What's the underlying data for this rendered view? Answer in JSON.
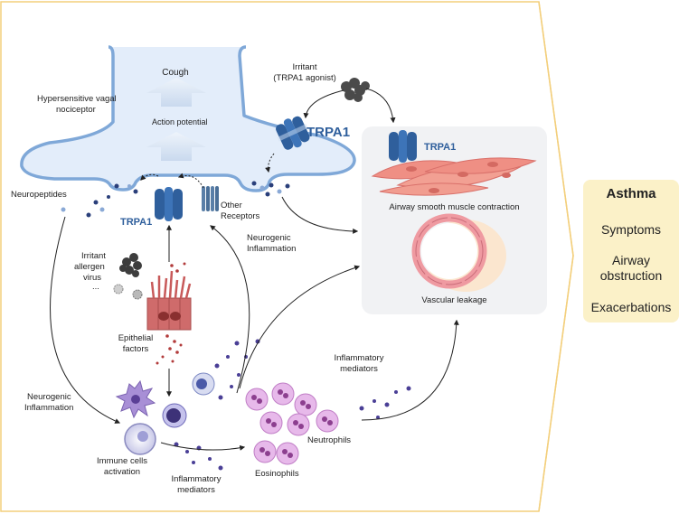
{
  "labels": {
    "cough": "Cough",
    "action_potential": "Action potential",
    "hypersensitive": [
      "Hypersensitive vagal",
      "nociceptor"
    ],
    "irritant_agonist": [
      "Irritant",
      "(TRPA1 agonist)"
    ],
    "trpa1": "TRPA1",
    "neuropeptides": "Neuropeptides",
    "other_receptors": [
      "Other",
      "Receptors"
    ],
    "neurogenic_inflammation": [
      "Neurogenic",
      "Inflammation"
    ],
    "irritant_list": [
      "Irritant",
      "allergen",
      "virus",
      "..."
    ],
    "epithelial_factors": [
      "Epithelial",
      "factors"
    ],
    "immune_cells_activation": [
      "Immune cells",
      "activation"
    ],
    "inflammatory_mediators": [
      "Inflammatory",
      "mediators"
    ],
    "neutrophils": "Neutrophils",
    "eosinophils": "Eosinophils",
    "airway_smooth_muscle": "Airway smooth muscle contraction",
    "vascular_leakage": "Vascular leakage"
  },
  "asthma": {
    "title": "Asthma",
    "items": [
      "Symptoms",
      "Airway",
      "obstruction",
      "Exacerbations"
    ]
  },
  "colors": {
    "neuron_fill": "#e3edfa",
    "neuron_stroke": "#7fa8d8",
    "trpa1": "#2f5f9c",
    "asthma_bg": "#fbf1c8",
    "muscle": "#ef8f84",
    "eosinophil": "#d49ad8",
    "epithelial": "#c85a5a"
  }
}
